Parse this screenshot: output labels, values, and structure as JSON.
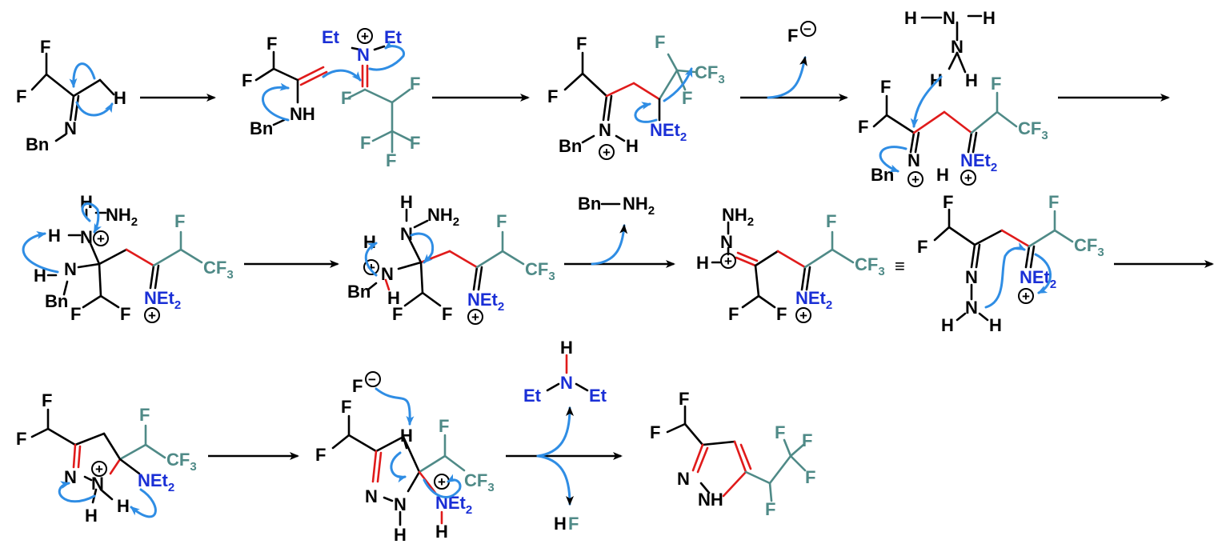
{
  "colors": {
    "black": "#000000",
    "blue_atom": "#1a2fd6",
    "teal": "#4f8a87",
    "red_bond": "#e01b1b",
    "curly_arrow": "#2f8de4"
  },
  "labels": {
    "F": "F",
    "H": "H",
    "N": "N",
    "NH": "NH",
    "NEt": "NEt",
    "two": "2",
    "three": "3",
    "CF": "CF",
    "Bn": "Bn",
    "Et": "Et",
    "NH2": "NH",
    "plus": "+",
    "minus": "−",
    "equiv": "≡",
    "HF_H": "H",
    "HF_F": "F"
  },
  "byproducts": {
    "fluoride": "F",
    "benzylamine_left": "Bn",
    "benzylamine_right": "NH",
    "diethylamine_n": "N",
    "diethylamine_et": "Et",
    "hf_h": "H",
    "hf_f": "F"
  }
}
